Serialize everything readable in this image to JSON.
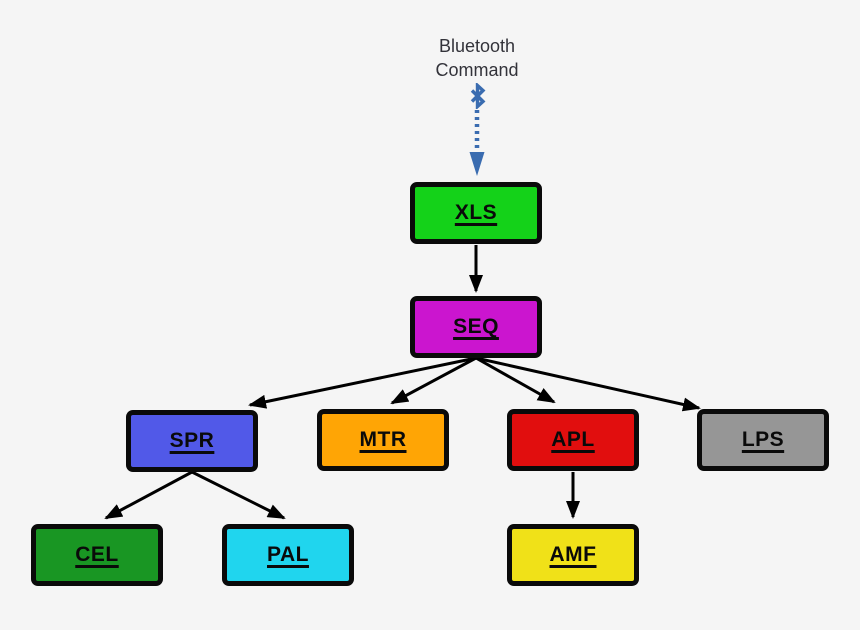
{
  "canvas": {
    "background_color": "#F5F5F5",
    "node_border_color": "#0A0A0A",
    "edge_color": "#000000"
  },
  "bluetooth_annotation": {
    "line1": "Bluetooth",
    "line2": "Command",
    "icon": "bluetooth-icon",
    "accent_color": "#3A6CB0",
    "arrow_style": "dotted"
  },
  "nodes": {
    "xls": {
      "label": "XLS",
      "fill_color": "#14D219"
    },
    "seq": {
      "label": "SEQ",
      "fill_color": "#CB15CF"
    },
    "spr": {
      "label": "SPR",
      "fill_color": "#5159E8"
    },
    "mtr": {
      "label": "MTR",
      "fill_color": "#FFA505"
    },
    "apl": {
      "label": "APL",
      "fill_color": "#E10E0E"
    },
    "lps": {
      "label": "LPS",
      "fill_color": "#969696"
    },
    "cel": {
      "label": "CEL",
      "fill_color": "#199623"
    },
    "pal": {
      "label": "PAL",
      "fill_color": "#20D5EE"
    },
    "amf": {
      "label": "AMF",
      "fill_color": "#F0E118"
    }
  },
  "edges": [
    {
      "from": "Bluetooth Command",
      "to": "XLS",
      "type": "dotted-arrow",
      "color": "#3A6CB0"
    },
    {
      "from": "XLS",
      "to": "SEQ",
      "type": "arrow",
      "color": "#000000"
    },
    {
      "from": "SEQ",
      "to": "SPR",
      "type": "arrow",
      "color": "#000000"
    },
    {
      "from": "SEQ",
      "to": "MTR",
      "type": "arrow",
      "color": "#000000"
    },
    {
      "from": "SEQ",
      "to": "APL",
      "type": "arrow",
      "color": "#000000"
    },
    {
      "from": "SEQ",
      "to": "LPS",
      "type": "arrow",
      "color": "#000000"
    },
    {
      "from": "SPR",
      "to": "CEL",
      "type": "arrow",
      "color": "#000000"
    },
    {
      "from": "SPR",
      "to": "PAL",
      "type": "arrow",
      "color": "#000000"
    },
    {
      "from": "APL",
      "to": "AMF",
      "type": "arrow",
      "color": "#000000"
    }
  ]
}
